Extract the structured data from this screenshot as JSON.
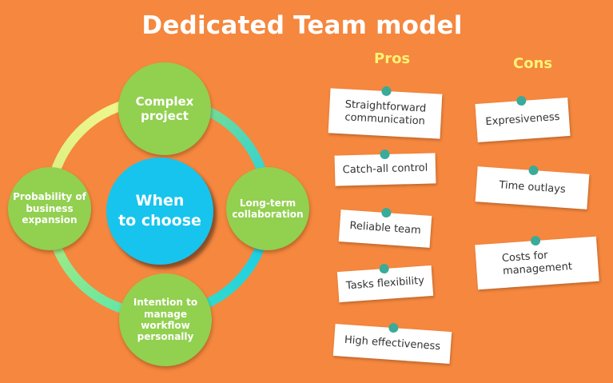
{
  "title": "Dedicated Team model",
  "headers": {
    "pros": "Pros",
    "cons": "Cons"
  },
  "center": {
    "line1": "When",
    "line2": "to choose"
  },
  "nodes": {
    "top": [
      "Complex",
      "project"
    ],
    "right": [
      "Long-term",
      "collaboration"
    ],
    "bottom": [
      "Intention to",
      "manage",
      "workflow",
      "personally"
    ],
    "left": [
      "Probability of",
      "business",
      "expansion"
    ]
  },
  "pros": [
    [
      "Straightforward",
      "communication"
    ],
    [
      "Catch-all control"
    ],
    [
      "Reliable team"
    ],
    [
      "Tasks flexibility"
    ],
    [
      "High effectiveness"
    ]
  ],
  "cons": [
    [
      "Expresiveness"
    ],
    [
      "Time outlays"
    ],
    [
      "Costs for",
      "management"
    ]
  ],
  "colors": {
    "background": "#f5873e",
    "node": "#92d050",
    "center": "#17c4ee",
    "pin": "#3aab9a",
    "header": "#fff176"
  }
}
